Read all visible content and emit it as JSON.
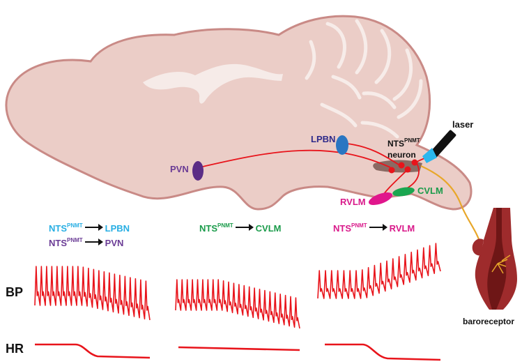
{
  "colors": {
    "brain_fill": "#ebcdc7",
    "brain_stroke": "#c98a86",
    "trace": "#e8141b",
    "pvn": "#5b2d86",
    "lpbn": "#2a76c2",
    "rvlm": "#e0168c",
    "cvlm": "#1aa650",
    "cyan_text": "#27aee3",
    "purple_text": "#6a3b95",
    "green_text": "#1a9b4a",
    "magenta_text": "#d9198a",
    "artery": "#9e2b2c",
    "nerve": "#e8a72a"
  },
  "regions": {
    "lpbn": "LPBN",
    "pvn": "PVN",
    "rvlm": "RVLM",
    "cvlm": "CVLM",
    "nts_main": "NTS",
    "nts_sup": "PNMT",
    "neuron": "neuron",
    "laser": "laser",
    "baroreceptor": "baroreceptor"
  },
  "panels": {
    "p1_line1": {
      "src": "NTS",
      "sup": "PNMT",
      "dst": "LPBN"
    },
    "p1_line2": {
      "src": "NTS",
      "sup": "PNMT",
      "dst": "PVN"
    },
    "p2_line1": {
      "src": "NTS",
      "sup": "PNMT",
      "dst": "CVLM"
    },
    "p3_line1": {
      "src": "NTS",
      "sup": "PNMT",
      "dst": "RVLM"
    }
  },
  "rows": {
    "bp": "BP",
    "hr": "HR"
  }
}
